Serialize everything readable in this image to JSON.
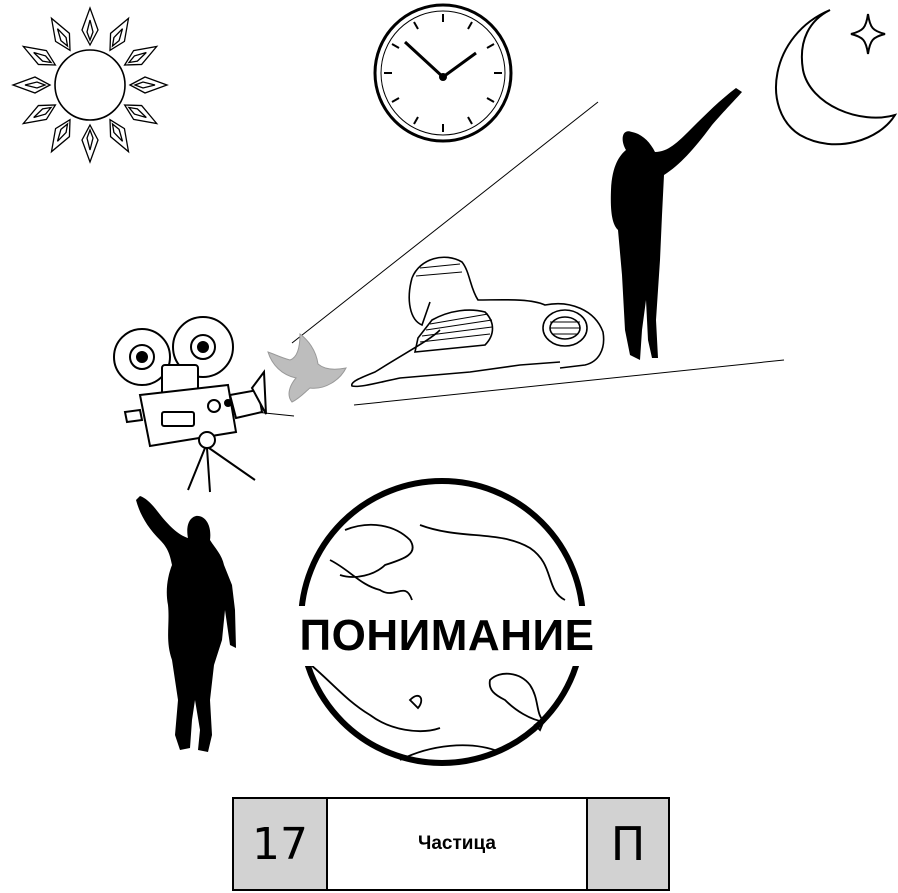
{
  "title": "ПОНИМАНИЕ",
  "card": {
    "number": "17",
    "word": "Частица",
    "letter": "П"
  },
  "colors": {
    "ink": "#000000",
    "card_fill": "#d2d2d2",
    "dove": "#bdbdbd"
  },
  "icons": [
    "sun-icon",
    "clock-icon",
    "crescent-moon-icon",
    "star-icon",
    "film-camera-icon",
    "dove-icon",
    "sphinx-icon",
    "standing-man-silhouette",
    "raised-arm-man-silhouette",
    "globe-icon"
  ]
}
